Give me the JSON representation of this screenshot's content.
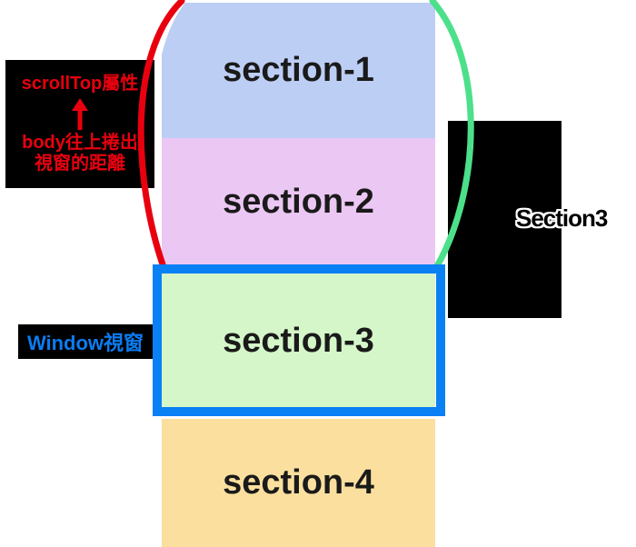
{
  "diagram": {
    "title_present": false,
    "background": "#ffffff",
    "sections": [
      {
        "id": "section-1",
        "label": "section-1",
        "color": "#bdcef4"
      },
      {
        "id": "section-2",
        "label": "section-2",
        "color": "#ebc7f3"
      },
      {
        "id": "section-3",
        "label": "section-3",
        "color": "#d4f6c9"
      },
      {
        "id": "section-4",
        "label": "section-4",
        "color": "#fbdf9e"
      }
    ],
    "scrolltop_label": {
      "line1": "scrollTop屬性",
      "line2": "body往上捲出",
      "line3": "視窗的距離",
      "text_color": "#e8000f",
      "box_color": "#000000",
      "arrow_icon": "arrow-up-icon"
    },
    "window_label": {
      "text": "Window視窗",
      "text_color": "#0a7cf2",
      "box_color": "#000000"
    },
    "right_label": {
      "text": "Section3",
      "text_color": "#000000",
      "outline_color": "#ffffff",
      "box_color": "#000000"
    },
    "annotations": {
      "red_brace_color": "#e8000f",
      "green_brace_color": "#4ce08a",
      "window_frame_color": "#0a80f5"
    }
  }
}
